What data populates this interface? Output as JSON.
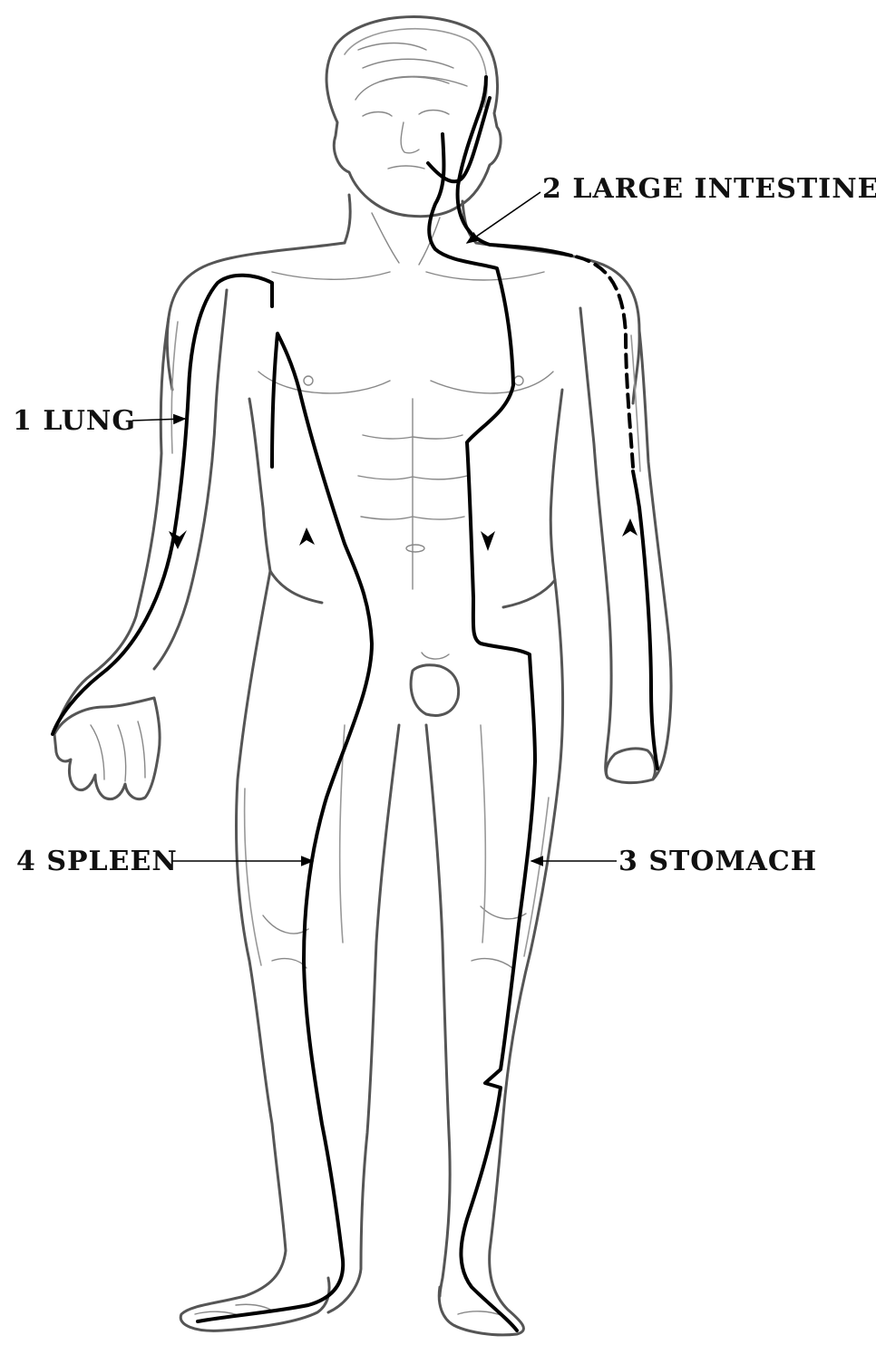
{
  "labels": {
    "lung": "1 LUNG",
    "large_intestine": "2 LARGE INTESTINE",
    "stomach": "3 STOMACH",
    "spleen": "4 SPLEEN"
  },
  "colors": {
    "meridian": "#000000",
    "outline": "#555555",
    "background": "#ffffff"
  }
}
